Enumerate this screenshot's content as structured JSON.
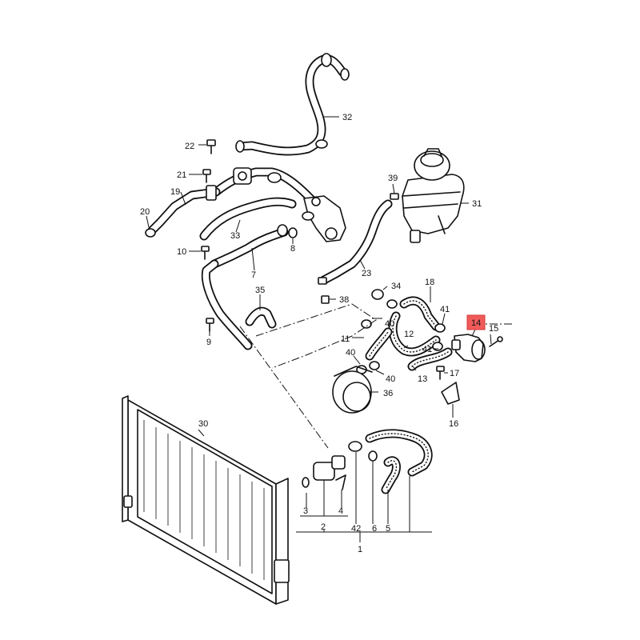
{
  "callouts": [
    {
      "key": "c32",
      "text": "32"
    },
    {
      "key": "c22",
      "text": "22"
    },
    {
      "key": "c21",
      "text": "21"
    },
    {
      "key": "c19",
      "text": "19"
    },
    {
      "key": "c20",
      "text": "20"
    },
    {
      "key": "c33",
      "text": "33"
    },
    {
      "key": "c8",
      "text": "8"
    },
    {
      "key": "c10",
      "text": "10"
    },
    {
      "key": "c7",
      "text": "7"
    },
    {
      "key": "c35",
      "text": "35"
    },
    {
      "key": "c9",
      "text": "9"
    },
    {
      "key": "c39",
      "text": "39"
    },
    {
      "key": "c31",
      "text": "31"
    },
    {
      "key": "c23",
      "text": "23"
    },
    {
      "key": "c38",
      "text": "38"
    },
    {
      "key": "c34",
      "text": "34"
    },
    {
      "key": "c18",
      "text": "18"
    },
    {
      "key": "c41a",
      "text": "41"
    },
    {
      "key": "c14",
      "text": "14"
    },
    {
      "key": "c15",
      "text": "15"
    },
    {
      "key": "c40a",
      "text": "40"
    },
    {
      "key": "c11",
      "text": "11"
    },
    {
      "key": "c12",
      "text": "12"
    },
    {
      "key": "c41b",
      "text": "41"
    },
    {
      "key": "c40b",
      "text": "40"
    },
    {
      "key": "c40c",
      "text": "40"
    },
    {
      "key": "c13",
      "text": "13"
    },
    {
      "key": "c17",
      "text": "17"
    },
    {
      "key": "c36",
      "text": "36"
    },
    {
      "key": "c16",
      "text": "16"
    },
    {
      "key": "c30",
      "text": "30"
    },
    {
      "key": "c3",
      "text": "3"
    },
    {
      "key": "c4",
      "text": "4"
    },
    {
      "key": "c2",
      "text": "2"
    },
    {
      "key": "c42",
      "text": "42"
    },
    {
      "key": "c6",
      "text": "6"
    },
    {
      "key": "c5",
      "text": "5"
    },
    {
      "key": "c1",
      "text": "1"
    }
  ],
  "highlighted_part": "14",
  "colors": {
    "highlight": "#f05a5a",
    "line": "#111111",
    "background": "#ffffff"
  }
}
